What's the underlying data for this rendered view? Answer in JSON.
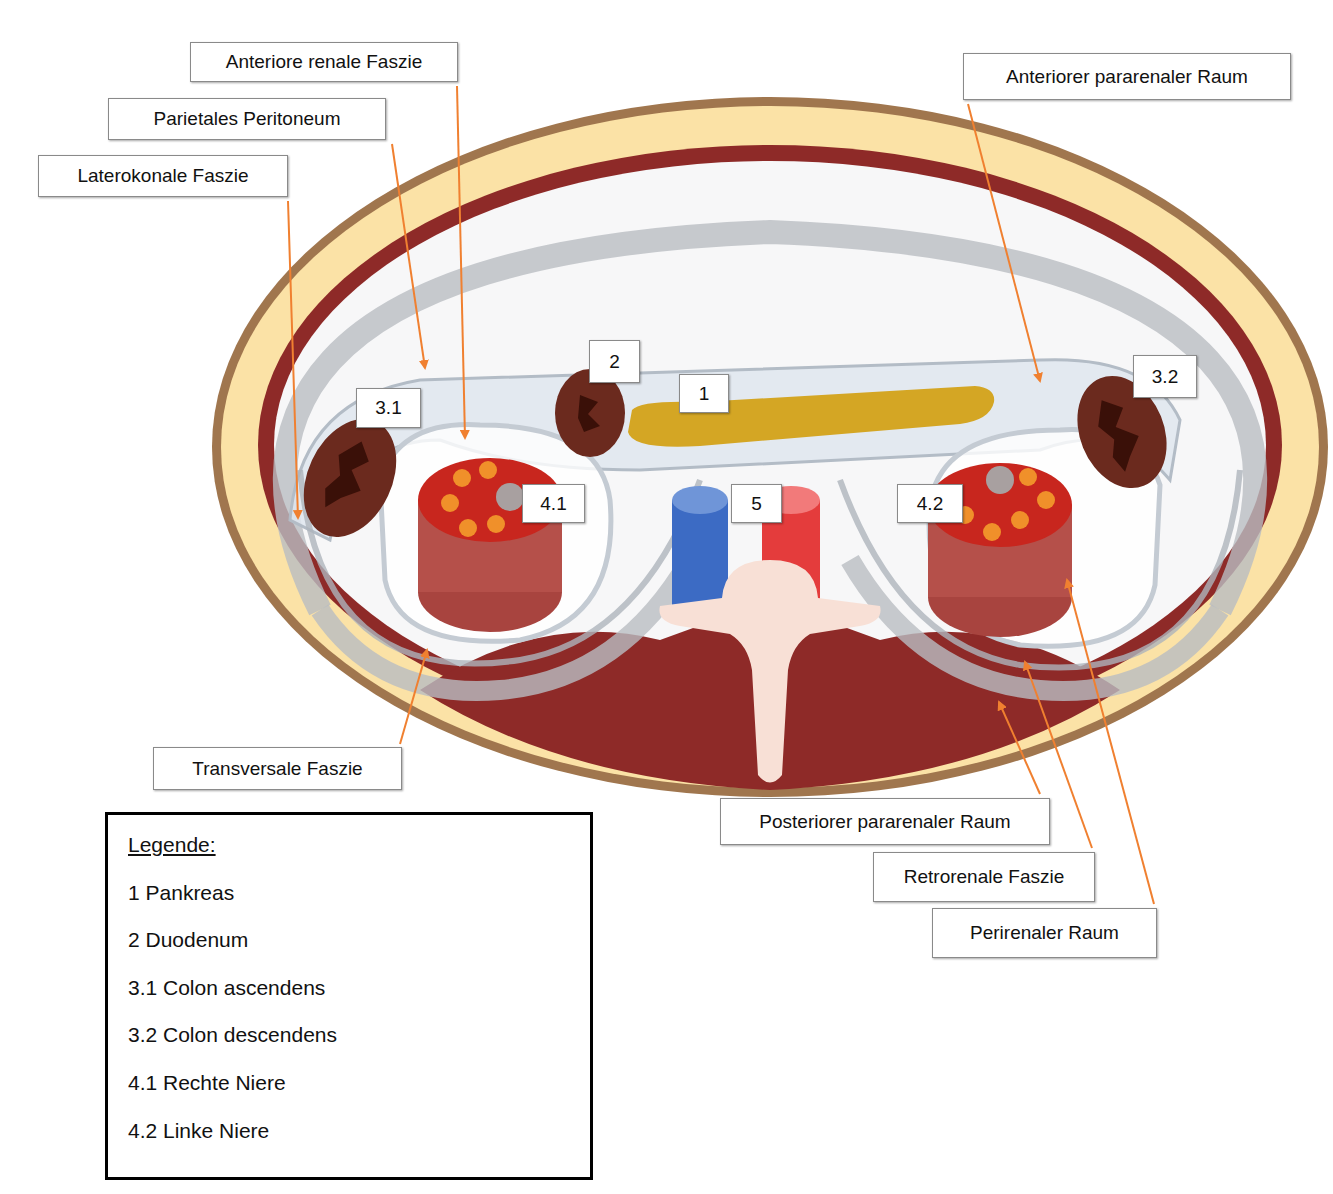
{
  "diagram": {
    "nodes": [
      {
        "text": [
          "Anteriore renale Faszie"
        ]
      },
      {
        "text": [
          "Anteriorer pararenaler Raum"
        ]
      },
      {
        "text": [
          "Parietales Peritoneum"
        ]
      },
      {
        "text": [
          "Laterokonale Faszie"
        ]
      },
      {
        "text": [
          "2"
        ]
      },
      {
        "text": [
          "1"
        ]
      },
      {
        "text": [
          "3.2"
        ]
      },
      {
        "text": [
          "3.1"
        ]
      },
      {
        "text": [
          "4.1"
        ]
      },
      {
        "text": [
          "5"
        ]
      },
      {
        "text": [
          "4.2"
        ]
      },
      {
        "text": [
          "Transversale Faszie"
        ]
      },
      {
        "text": [
          "Posteriorer pararenaler Raum"
        ]
      },
      {
        "text": [
          "Retrorenale Faszie"
        ]
      },
      {
        "text": [
          "Perirenaler Raum"
        ]
      },
      {
        "text": [
          "Legende:",
          "1 Pankreas",
          "2 Duodenum",
          "3.1 Colon ascendens",
          "3.2 Colon descendens",
          "4.1 Rechte Niere",
          "4.2 Linke Niere"
        ]
      }
    ]
  }
}
